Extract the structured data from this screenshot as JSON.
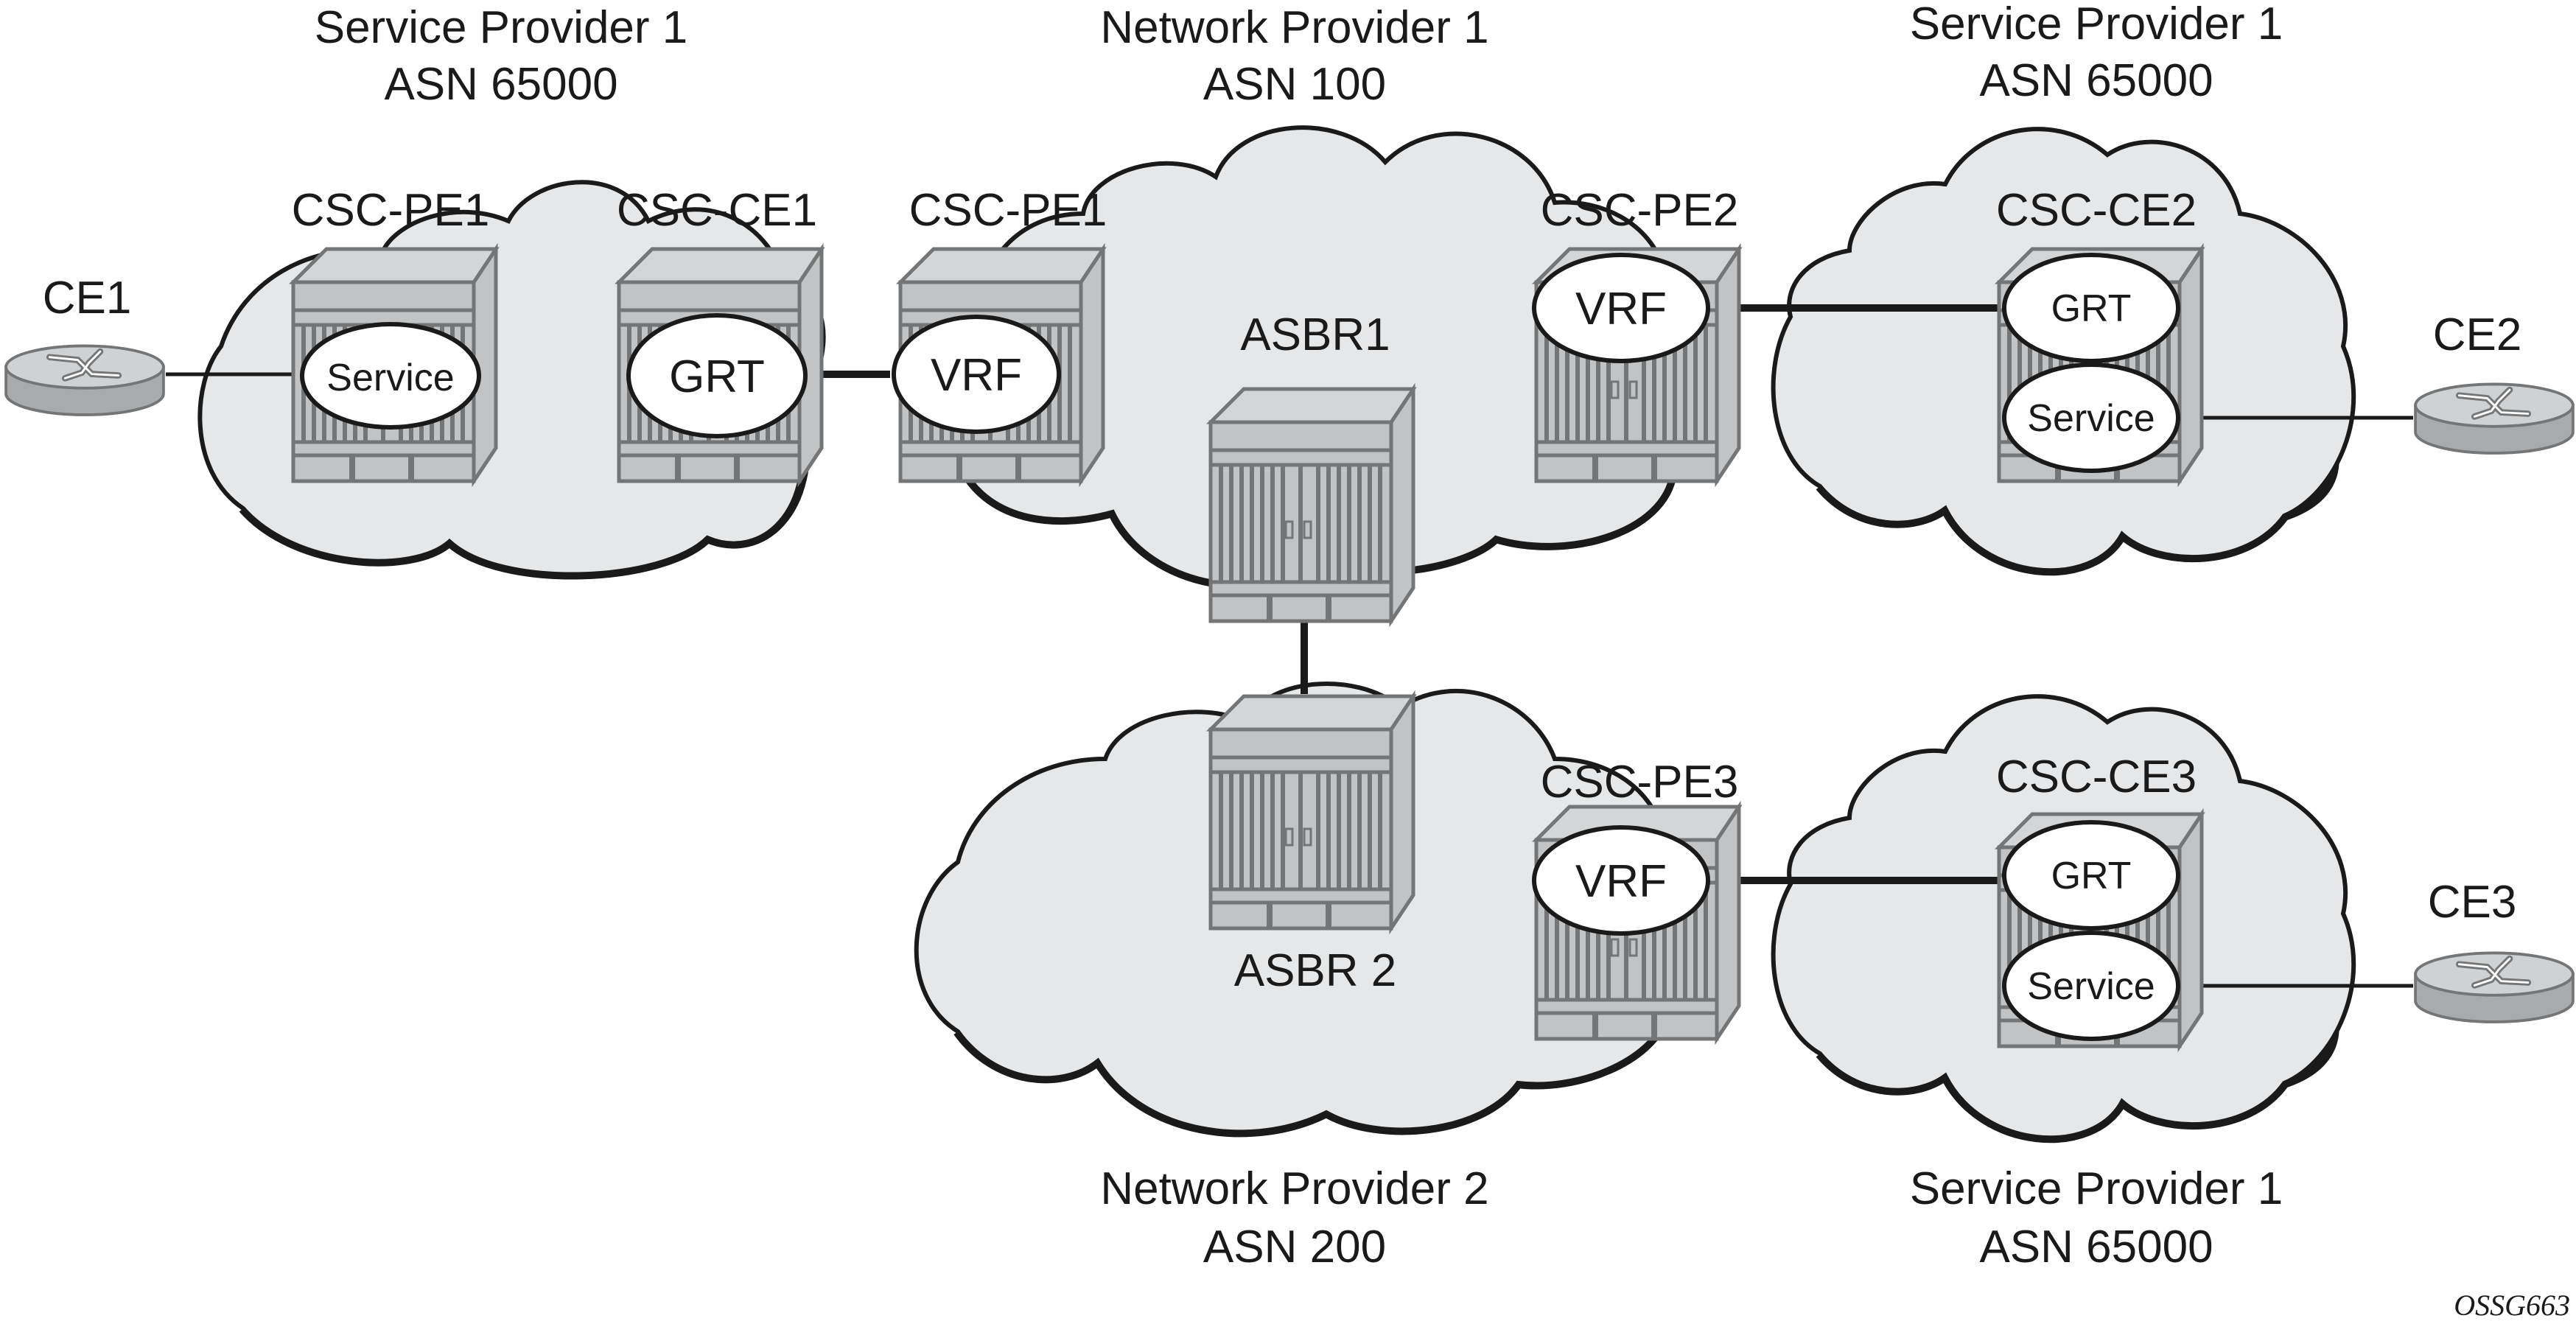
{
  "figure_id": "OSSG663",
  "colors": {
    "cloud_fill": "#e6e7e8",
    "outline": "#1a1a1a",
    "chassis_light": "#d4d5d6",
    "chassis_mid": "#c2c3c4",
    "chassis_dark": "#747576",
    "router_top": "#d0d1d2",
    "router_side": "#a9aaab"
  },
  "domains": {
    "sp1_top_left": {
      "name": "Service Provider 1",
      "asn": "ASN 65000"
    },
    "np1": {
      "name": "Network Provider 1",
      "asn": "ASN 100"
    },
    "sp1_top_right": {
      "name": "Service Provider 1",
      "asn": "ASN 65000"
    },
    "np2": {
      "name": "Network Provider 2",
      "asn": "ASN 200"
    },
    "sp1_bottom_right": {
      "name": "Service Provider 1",
      "asn": "ASN 65000"
    }
  },
  "nodes": {
    "ce1": {
      "label": "CE1",
      "icon": "router-icon"
    },
    "csc_pe1_sp": {
      "label": "CSC-PE1",
      "icon": "chassis-icon",
      "instances": [
        "Service"
      ]
    },
    "csc_ce1": {
      "label": "CSC-CE1",
      "icon": "chassis-icon",
      "instances": [
        "GRT"
      ]
    },
    "csc_pe1_np": {
      "label": "CSC-PE1",
      "icon": "chassis-icon",
      "instances": [
        "VRF"
      ]
    },
    "asbr1": {
      "label": "ASBR1",
      "icon": "chassis-icon"
    },
    "csc_pe2": {
      "label": "CSC-PE2",
      "icon": "chassis-icon",
      "instances": [
        "VRF"
      ]
    },
    "csc_ce2": {
      "label": "CSC-CE2",
      "icon": "chassis-icon",
      "instances": [
        "GRT",
        "Service"
      ]
    },
    "ce2": {
      "label": "CE2",
      "icon": "router-icon"
    },
    "asbr2": {
      "label": "ASBR 2",
      "icon": "chassis-icon"
    },
    "csc_pe3": {
      "label": "CSC-PE3",
      "icon": "chassis-icon",
      "instances": [
        "VRF"
      ]
    },
    "csc_ce3": {
      "label": "CSC-CE3",
      "icon": "chassis-icon",
      "instances": [
        "GRT",
        "Service"
      ]
    },
    "ce3": {
      "label": "CE3",
      "icon": "router-icon"
    }
  },
  "links": [
    {
      "from": "CE1",
      "to": "CSC-PE1 Service",
      "style": "thin"
    },
    {
      "from": "CSC-CE1 GRT",
      "to": "CSC-PE1 VRF",
      "style": "thick"
    },
    {
      "from": "ASBR1",
      "to": "ASBR 2",
      "style": "thick"
    },
    {
      "from": "CSC-PE2 VRF",
      "to": "CSC-CE2 GRT",
      "style": "thick"
    },
    {
      "from": "CSC-CE2 Service",
      "to": "CE2",
      "style": "thin"
    },
    {
      "from": "CSC-PE3 VRF",
      "to": "CSC-CE3 GRT",
      "style": "thick"
    },
    {
      "from": "CSC-CE3 Service",
      "to": "CE3",
      "style": "thin"
    }
  ]
}
